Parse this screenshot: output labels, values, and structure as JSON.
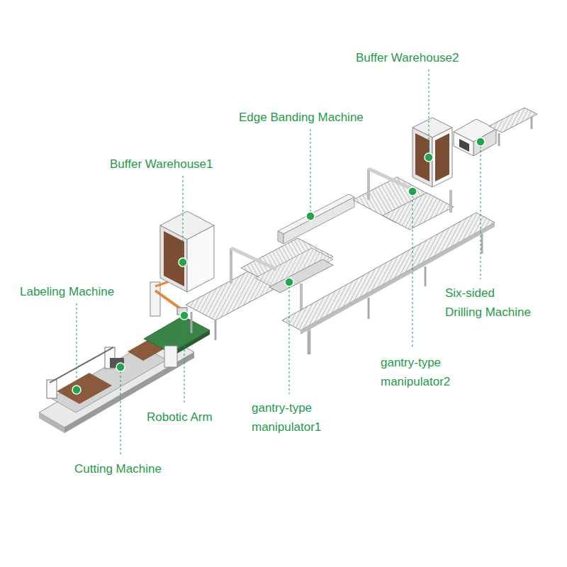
{
  "diagram": {
    "labels": [
      "Buffer Warehouse2",
      "Edge Banding Machine",
      "Buffer Warehouse1",
      "Labeling Machine",
      "Six-sided Drilling Machine",
      "gantry-type manipulator2",
      "Robotic Arm",
      "gantry-type manipulator1",
      "Cutting Machine"
    ]
  }
}
